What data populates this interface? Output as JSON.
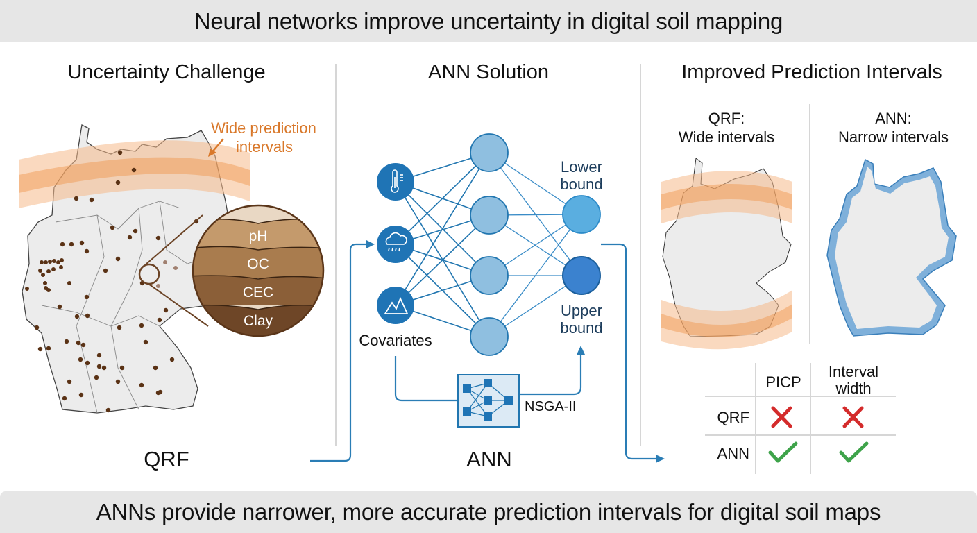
{
  "header": {
    "title": "Neural networks improve uncertainty in digital soil mapping"
  },
  "footer": {
    "summary": "ANNs provide narrower, more accurate prediction intervals for digital soil maps"
  },
  "panels": [
    {
      "title": "Uncertainty Challenge",
      "annotation": [
        "Wide prediction",
        "intervals"
      ],
      "soil_layers": [
        "pH",
        "OC",
        "CEC",
        "Clay"
      ],
      "method_label": "QRF"
    },
    {
      "title": "ANN Solution",
      "inputs_label": "Covariates",
      "input_icons": [
        "thermometer-icon",
        "rain-cloud-icon",
        "mountain-icon"
      ],
      "outputs": [
        {
          "line1": "Lower",
          "line2": "bound"
        },
        {
          "line1": "Upper",
          "line2": "bound"
        }
      ],
      "optimizer_label": "NSGA-II",
      "method_label": "ANN"
    },
    {
      "title": "Improved Prediction Intervals",
      "maps": [
        {
          "line1": "QRF:",
          "line2": "Wide intervals"
        },
        {
          "line1": "ANN:",
          "line2": "Narrow intervals"
        }
      ],
      "table": {
        "columns": [
          "PICP",
          [
            "Interval",
            "width"
          ]
        ],
        "rows": [
          {
            "model": "QRF",
            "picp": "cross",
            "width": "cross"
          },
          {
            "model": "ANN",
            "picp": "check",
            "width": "check"
          }
        ]
      }
    }
  ],
  "colors": {
    "orange_band": "#f2a66a",
    "orange_text": "#d9782a",
    "blue": "#2176b0",
    "soil_dark": "#6b4325",
    "cross": "#d42b2b",
    "check": "#3ea34a"
  }
}
